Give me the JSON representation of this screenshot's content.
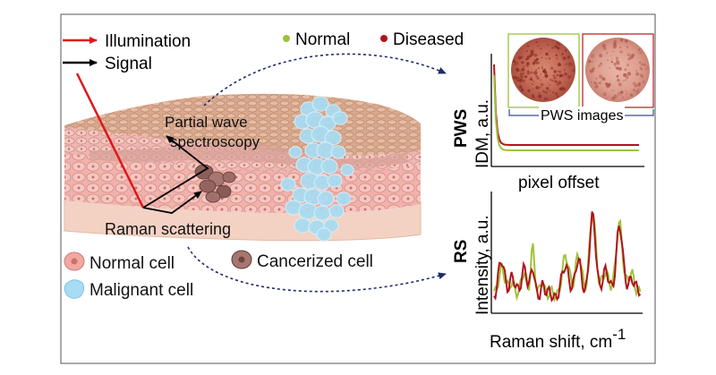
{
  "legend_top": {
    "illumination": "Illumination",
    "signal": "Signal"
  },
  "series_legend": {
    "normal": "Normal",
    "diseased": "Diseased"
  },
  "tissue_labels": {
    "pws_line1": "Partial wave",
    "pws_line2": "spectroscopy",
    "raman": "Raman scattering"
  },
  "cell_legend": {
    "normal": "Normal cell",
    "cancerized": "Cancerized cell",
    "malignant": "Malignant cell"
  },
  "pws_panel": {
    "method": "PWS",
    "ylabel": "IDM, a.u.",
    "xlabel": "pixel offset",
    "images_label": "PWS images"
  },
  "rs_panel": {
    "method": "RS",
    "ylabel": "Intensity, a.u.",
    "xlabel_main": "Raman shift, cm",
    "xlabel_sup": "-1"
  },
  "colors": {
    "illumination": "#e0161b",
    "signal": "#000000",
    "normal": "#9cc43a",
    "diseased": "#b0141b",
    "arrow_dashed": "#1f2a6b",
    "malignant": "#a8dcf2"
  }
}
